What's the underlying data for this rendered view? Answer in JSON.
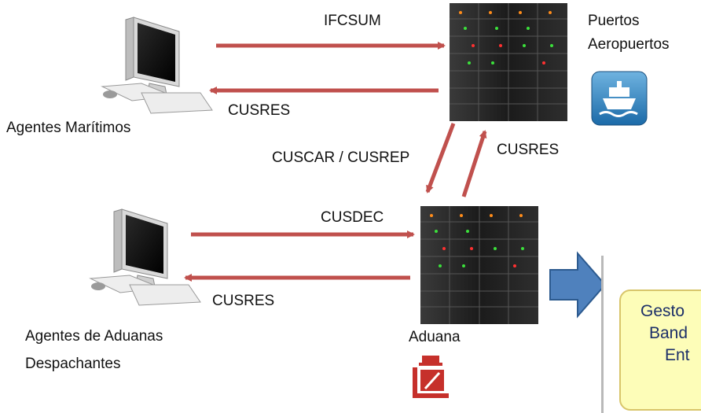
{
  "nodes": {
    "agentes_maritimos": "Agentes Marítimos",
    "agentes_aduanas_line1": "Agentes de Aduanas",
    "agentes_aduanas_line2": "Despachantes",
    "puertos_line1": "Puertos",
    "puertos_line2": "Aeropuertos",
    "aduana": "Aduana"
  },
  "messages": {
    "ifcsum": "IFCSUM",
    "cusres_top": "CUSRES",
    "cuscar_cusrep": "CUSCAR / CUSREP",
    "cusres_mid": "CUSRES",
    "cusdec": "CUSDEC",
    "cusres_bottom": "CUSRES"
  },
  "note": {
    "line1": "Gesto",
    "line2": "Band",
    "line3": "Ent"
  },
  "colors": {
    "arrow": "#c0504d",
    "block_arrow": "#4f81bd",
    "note_fill": "#fdfdb8",
    "note_text": "#1c2f68"
  },
  "icons": {
    "computers": "desktop-computer-icon",
    "servers": "server-rack-icon",
    "ports": "ship-icon",
    "customs": "customs-officer-icon"
  }
}
